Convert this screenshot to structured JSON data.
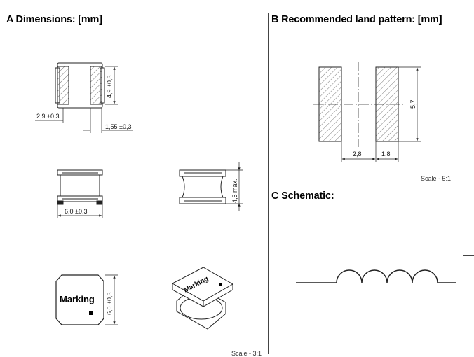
{
  "sections": {
    "a_title": "A Dimensions: [mm]",
    "b_title": "B Recommended land pattern: [mm]",
    "c_title": "C Schematic:"
  },
  "dims": {
    "top_height": "4,9 ±0,3",
    "top_width": "2,9 ±0,3",
    "top_pad": "1,55 ±0,3",
    "front_width": "6,0 ±0,3",
    "side_height": "4,5 max.",
    "marking_dim": "6,0 ±0,3",
    "pattern_height": "5,7",
    "pattern_gap": "2,8",
    "pattern_pad": "1,8"
  },
  "labels": {
    "marking_top": "Marking",
    "marking_iso": "Marking",
    "scale_b": "Scale - 5:1",
    "scale_a": "Scale - 3:1"
  },
  "colors": {
    "line": "#222222",
    "hatch": "#555555",
    "frame": "#444444"
  }
}
